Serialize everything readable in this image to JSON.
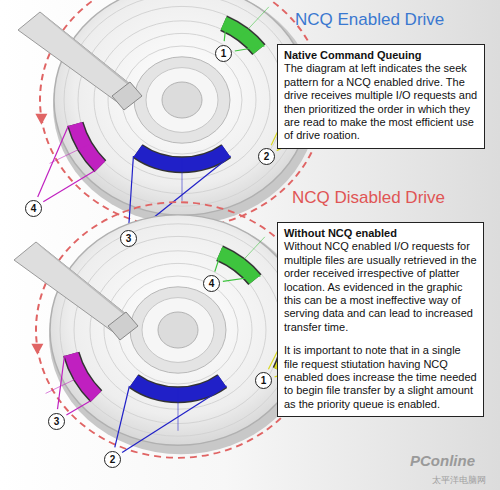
{
  "diagram": {
    "nodes": [
      {
        "text": [
          "Native Command Queuing",
          "The diagram at left indicates the seek pattern for a NCQ enabled drive. The drive receives multiple I/O requests and then prioritized the order in which they are read to make the most efficient use of drive roation."
        ]
      },
      {
        "text": [
          "Without NCQ enabled",
          "Without NCQ enabled I/O requests for multiple files are usually retrieved in the order received irrespective of platter location. As evidenced in the graphic this can be a most ineffective way of serving data and can lead to increased transfer time.",
          "It is important to note that in a single file request stiutation having NCQ enabled does increase the time needed to begin file transfer by a slight amount as the priority queue is enabled."
        ]
      }
    ],
    "labels": [
      "NCQ Enabled Drive",
      "1",
      "2",
      "3",
      "4",
      "NCQ Disabled Drive",
      "4",
      "1",
      "3",
      "2",
      "PConline",
      "太平洋电脑网"
    ]
  }
}
